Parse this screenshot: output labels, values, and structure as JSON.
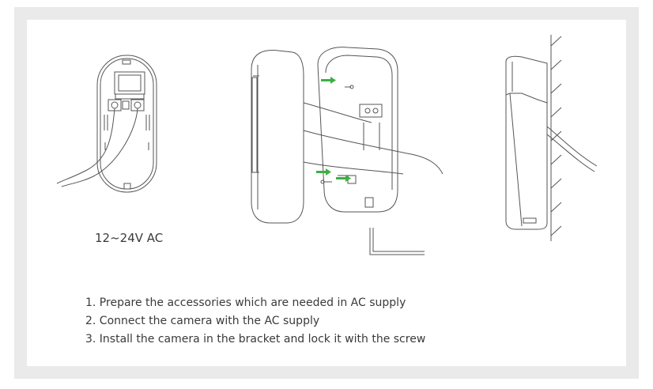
{
  "caption": "12~24V AC",
  "steps": [
    "1. Prepare the accessories which are needed in AC supply",
    "2. Connect the camera with the AC supply",
    "3. Install the camera in the bracket and lock it with the screw"
  ],
  "colors": {
    "frame": "#eaeaea",
    "line": "#555555",
    "arrow": "#3cb043",
    "text": "#3a3a3a"
  }
}
